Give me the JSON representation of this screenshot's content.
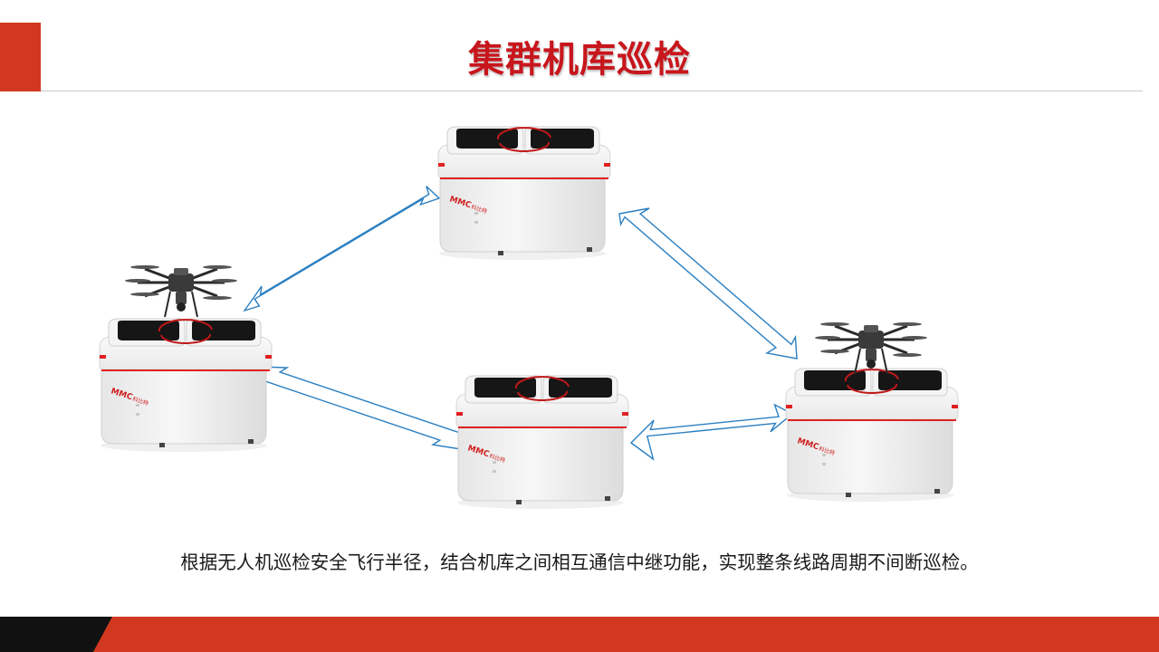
{
  "slide": {
    "title": "集群机库巡检",
    "caption": "根据无人机巡检安全飞行半径，结合机库之间相互通信中继功能，实现整条线路周期不间断巡检。"
  },
  "colors": {
    "accent": "#d2381f",
    "title": "#c8161d",
    "arrow_stroke": "#2a7fc1",
    "hangar_body": "#f1f1f1",
    "hangar_red_line": "#e02020"
  },
  "hangars": [
    {
      "id": "top",
      "has_drone": false,
      "brand": "MMC",
      "brand_cn": "科比特"
    },
    {
      "id": "left",
      "has_drone": true,
      "brand": "MMC",
      "brand_cn": "科比特"
    },
    {
      "id": "bottom-middle",
      "has_drone": false,
      "brand": "MMC",
      "brand_cn": "科比特"
    },
    {
      "id": "right",
      "has_drone": true,
      "brand": "MMC",
      "brand_cn": "科比特"
    }
  ]
}
